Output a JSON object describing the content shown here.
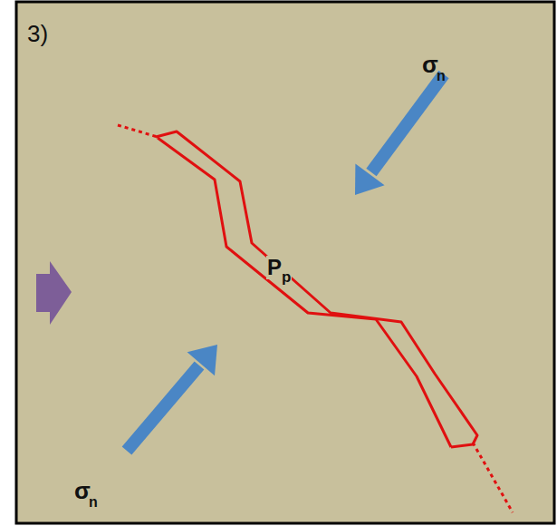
{
  "diagram": {
    "labels": [
      "3)",
      "σ",
      "n",
      "σ",
      "n",
      "P",
      "p"
    ]
  }
}
